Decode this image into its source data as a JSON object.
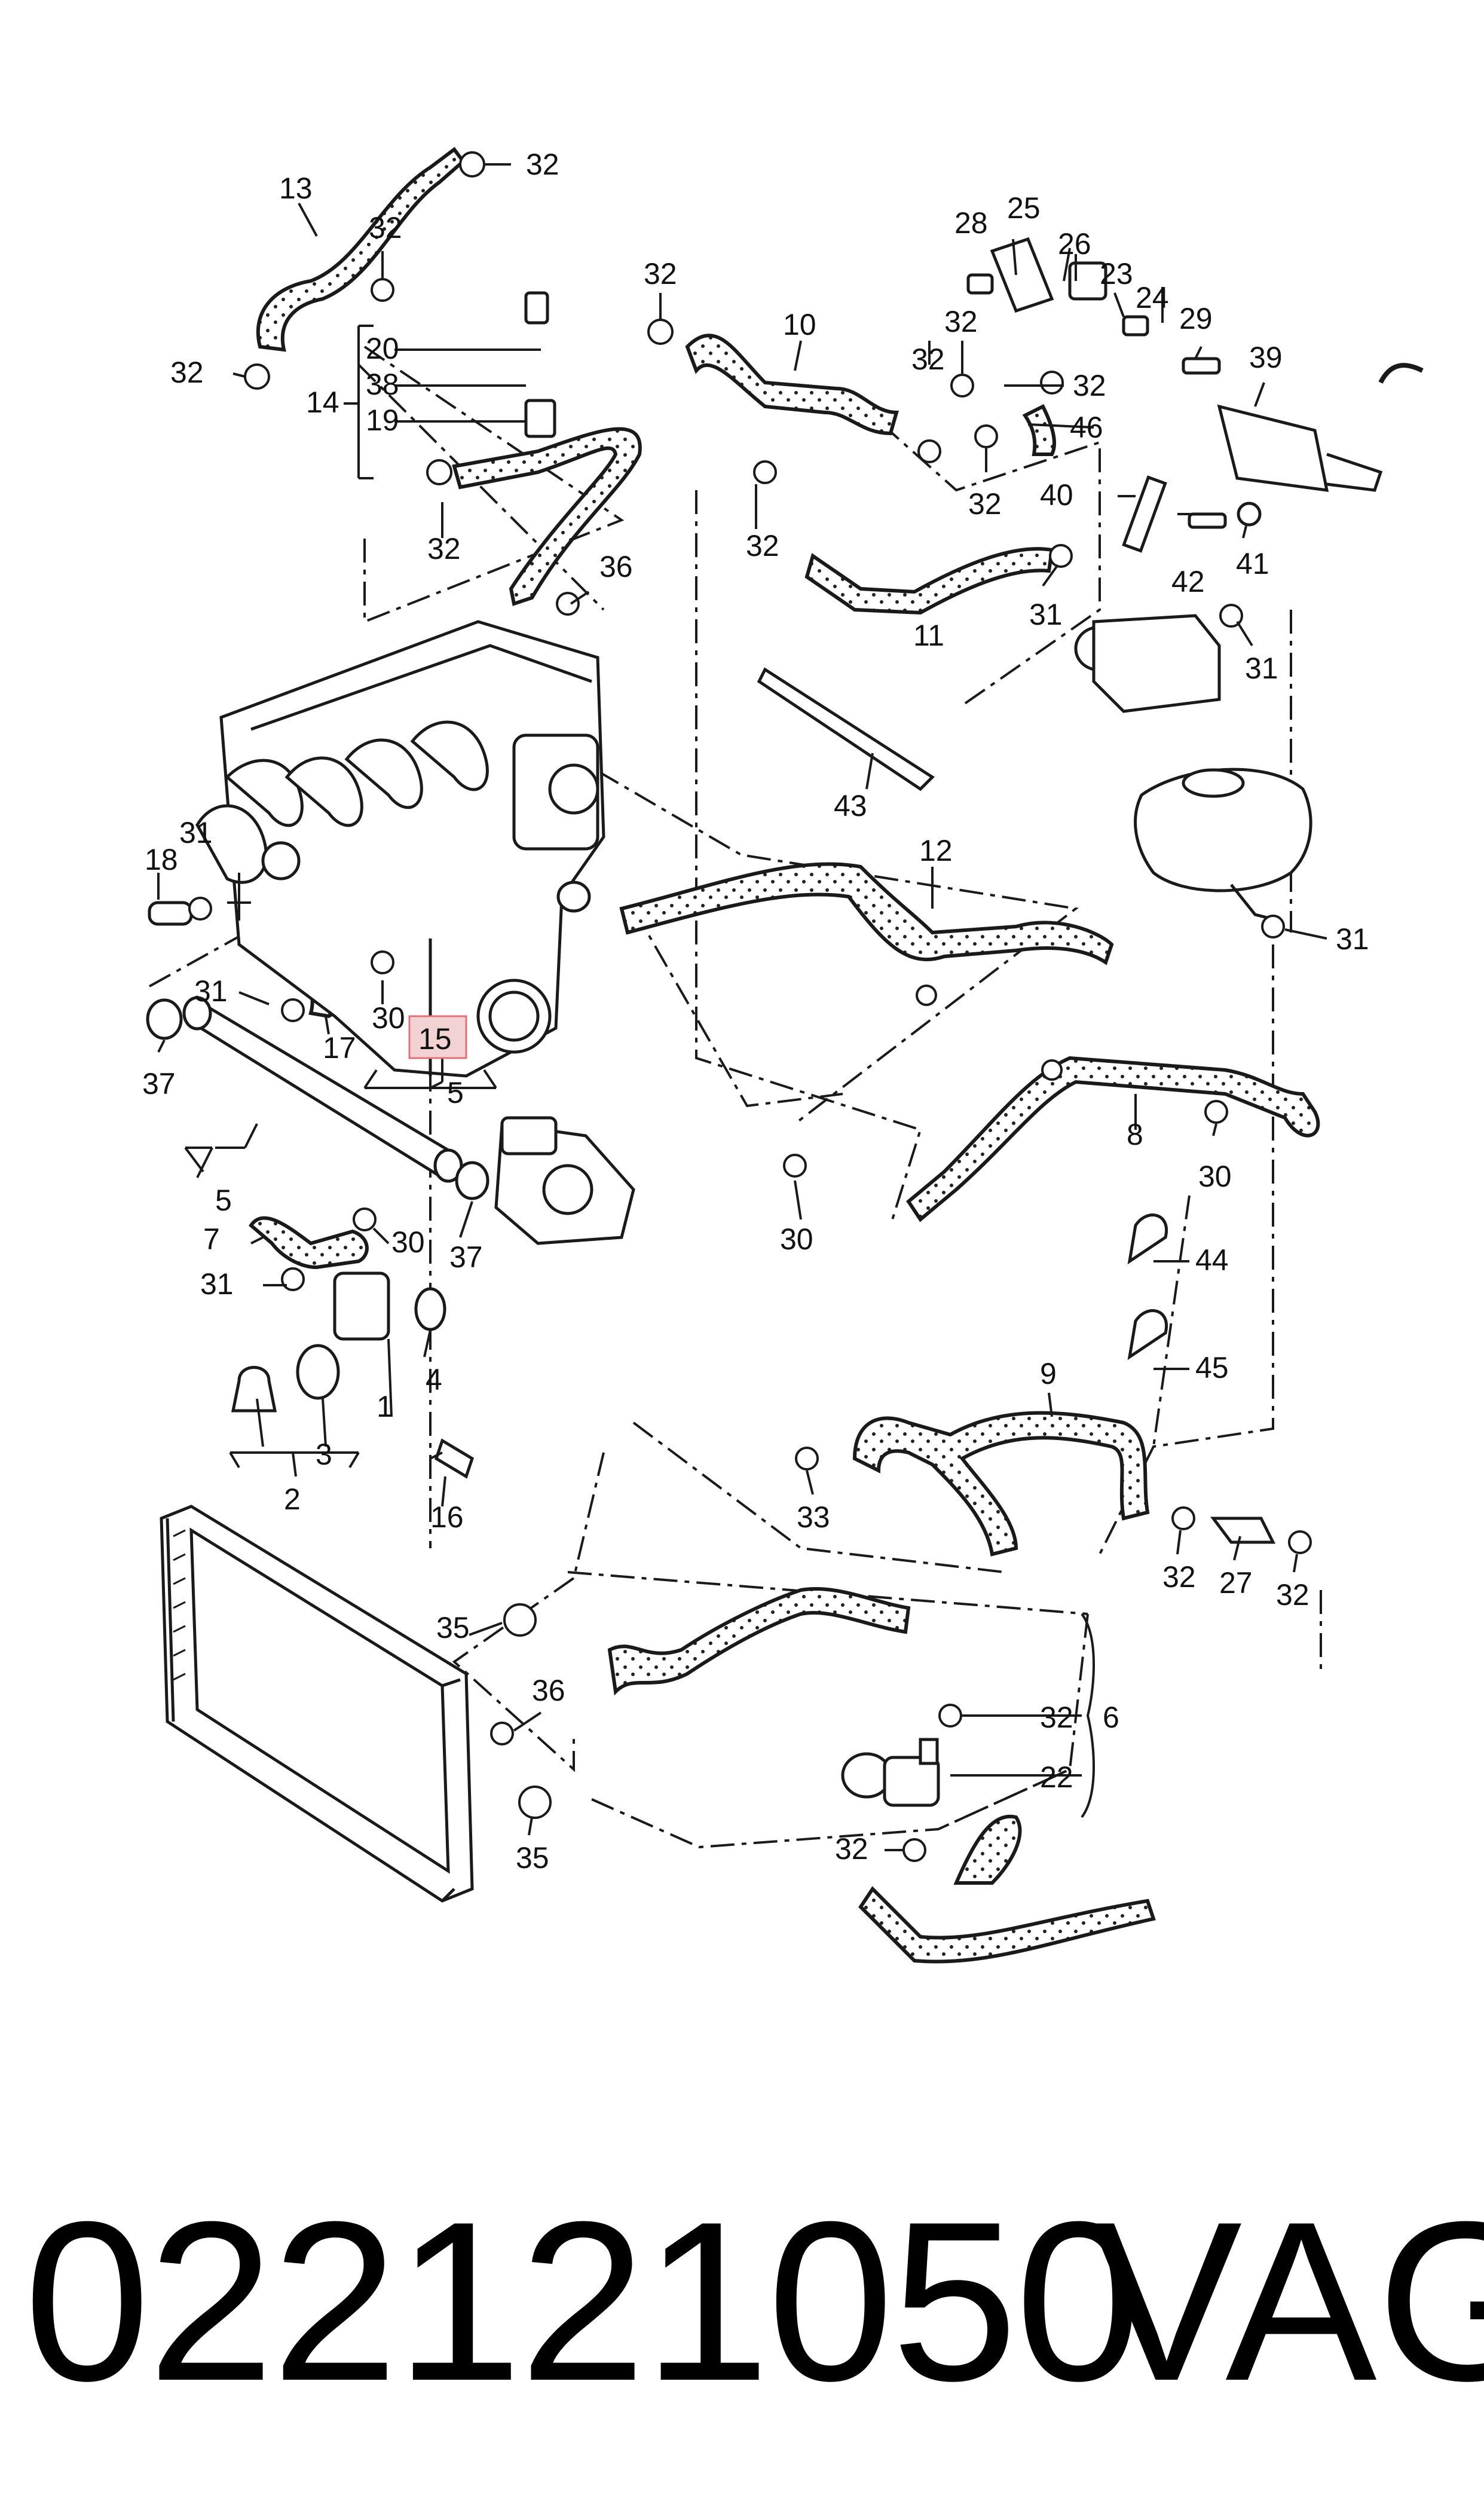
{
  "title": {
    "part_number": "022121050",
    "brand": "VAG"
  },
  "callouts": {
    "c1": "1",
    "c2": "2",
    "c3": "3",
    "c4": "4",
    "c5a": "5",
    "c5b": "5",
    "c6": "6",
    "c7": "7",
    "c8": "8",
    "c9": "9",
    "c10": "10",
    "c11": "11",
    "c12": "12",
    "c13": "13",
    "c14": "14",
    "c15": "15",
    "c16": "16",
    "c17": "17",
    "c18": "18",
    "c19": "19",
    "c20": "20",
    "c22": "22",
    "c23": "23",
    "c24": "24",
    "c25": "25",
    "c26": "26",
    "c27": "27",
    "c28": "28",
    "c29": "29",
    "c30a": "30",
    "c30b": "30",
    "c30c": "30",
    "c30d": "30",
    "c31a": "31",
    "c31b": "31",
    "c31c": "31",
    "c31d": "31",
    "c31e": "31",
    "c31f": "31",
    "c32a": "32",
    "c32b": "32",
    "c32c": "32",
    "c32d": "32",
    "c32e": "32",
    "c32f": "32",
    "c32g": "32",
    "c32h": "32",
    "c32i": "32",
    "c32j": "32",
    "c32k": "32",
    "c32l": "32",
    "c32m": "32",
    "c32n": "32",
    "c33": "33",
    "c35a": "35",
    "c35b": "35",
    "c36a": "36",
    "c36b": "36",
    "c37a": "37",
    "c37b": "37",
    "c38": "38",
    "c39": "39",
    "c40": "40",
    "c41": "41",
    "c42": "42",
    "c43": "43",
    "c44": "44",
    "c45": "45",
    "c46": "46"
  },
  "highlighted_part": "15",
  "colors": {
    "line": "#1a1a1a",
    "highlight_fill": "#f3d2d4",
    "highlight_stroke": "#e0707a"
  }
}
